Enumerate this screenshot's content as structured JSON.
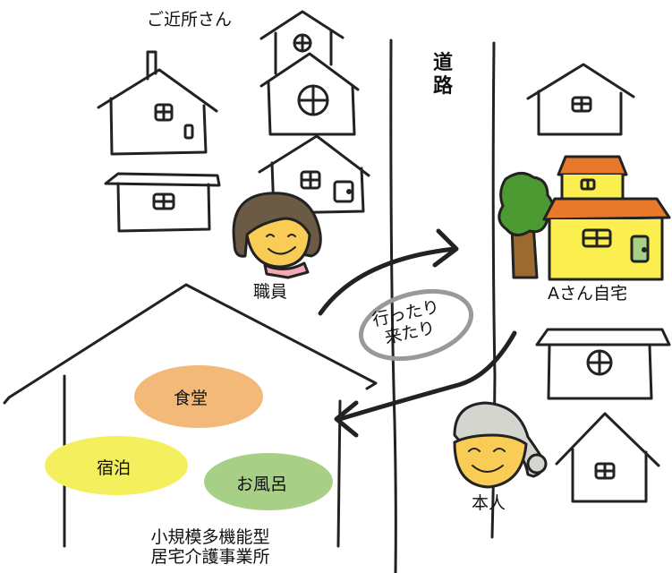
{
  "labels": {
    "neighbors": "ご近所さん",
    "road_1": "道",
    "road_2": "路",
    "staff": "職員",
    "home": "Aさん自宅",
    "back_forth_1": "行ったり",
    "back_forth_2": "来たり",
    "person": "本人",
    "dining": "食堂",
    "lodging": "宿泊",
    "bath": "お風呂",
    "facility_1": "小規模多機能型",
    "facility_2": "居宅介護事業所"
  },
  "colors": {
    "dining": "#f2b979",
    "lodging": "#f4ef5c",
    "bath": "#a8cf86",
    "home_wall": "#fbee4f",
    "home_roof": "#e8792b",
    "tree_green": "#4e9a32",
    "tree_trunk": "#9a6a30",
    "staff_hair": "#6b5a44",
    "skin": "#f9cc56",
    "collar": "#f2a9b3",
    "elder_hair": "#d5d5d0"
  }
}
